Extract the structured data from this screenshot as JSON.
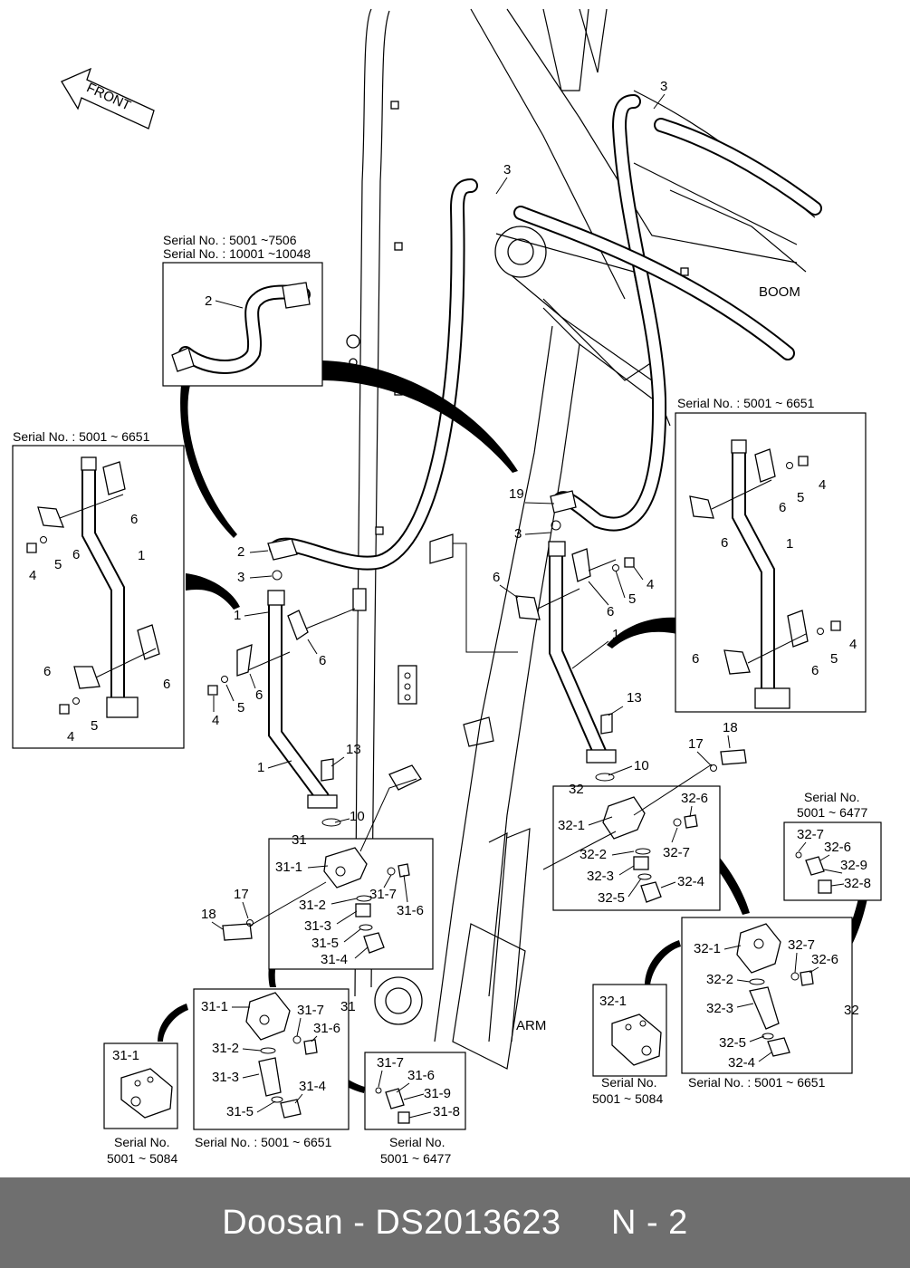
{
  "diagram": {
    "front_label": "FRONT",
    "boom_label": "BOOM",
    "arm_label": "ARM",
    "serial_top_1": "Serial No. : 5001 ~7506",
    "serial_top_2": "Serial No. : 10001 ~10048",
    "serial_left": "Serial No. : 5001 ~ 6651",
    "serial_right": "Serial No. : 5001 ~ 6651",
    "serial_32_top_1": "Serial No.",
    "serial_32_top_2": "5001 ~ 6477",
    "serial_31_1_box_1": "Serial No.",
    "serial_31_1_box_2": "5001 ~ 5084",
    "serial_31_box": "Serial No. : 5001 ~ 6651",
    "serial_31_7_box_1": "Serial No.",
    "serial_31_7_box_2": "5001 ~ 6477",
    "serial_32_1_box_1": "Serial No.",
    "serial_32_1_box_2": "5001 ~ 5084",
    "serial_32_box": "Serial No. : 5001 ~ 6651",
    "part_numbers": [
      "1",
      "2",
      "3",
      "4",
      "5",
      "6",
      "10",
      "13",
      "17",
      "18",
      "19",
      "31",
      "31-1",
      "31-2",
      "31-3",
      "31-4",
      "31-5",
      "31-6",
      "31-7",
      "31-8",
      "31-9",
      "32",
      "32-1",
      "32-2",
      "32-3",
      "32-4",
      "32-5",
      "32-6",
      "32-7",
      "32-8",
      "32-9"
    ]
  },
  "footer": {
    "text": "Doosan - DS2013623     N - 2"
  }
}
